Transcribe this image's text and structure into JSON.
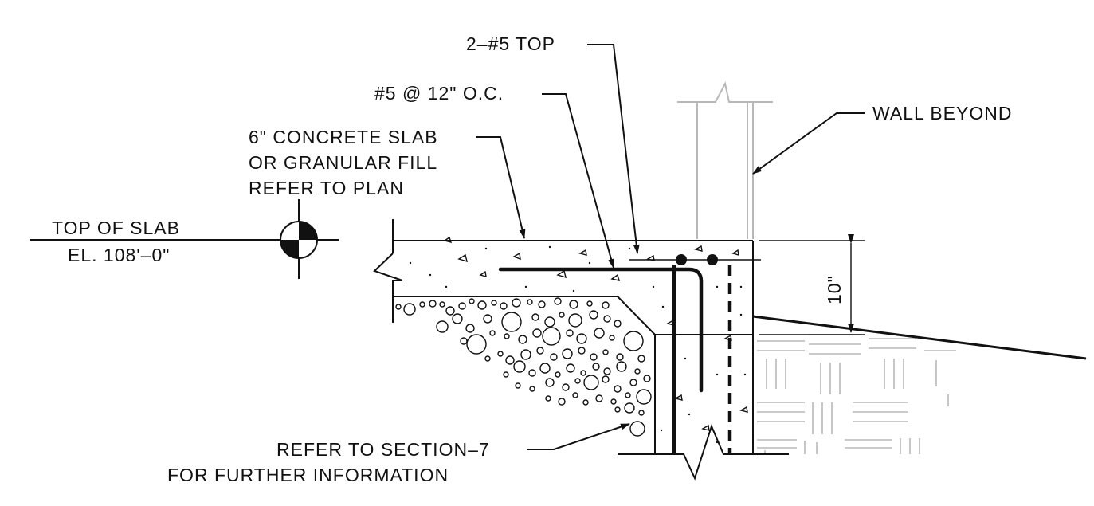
{
  "labels": {
    "top_bars": "2–#5 TOP",
    "rebar_spacing": "#5 @ 12\" O.C.",
    "wall_beyond": "WALL BEYOND",
    "slab_line1": "6\" CONCRETE SLAB",
    "slab_line2": "OR GRANULAR FILL",
    "slab_line3": "REFER TO PLAN",
    "elev_line1": "TOP OF SLAB",
    "elev_line2": "EL. 108'–0\"",
    "dimension": "10\"",
    "refer_line1": "REFER TO SECTION–7",
    "refer_line2": "FOR FURTHER INFORMATION"
  },
  "icons": {
    "elevation_marker": "elevation-target-icon",
    "break_symbol": "break-line-icon"
  },
  "colors": {
    "ink": "#111111",
    "wall_beyond": "#b8b8b8",
    "background": "#ffffff"
  }
}
